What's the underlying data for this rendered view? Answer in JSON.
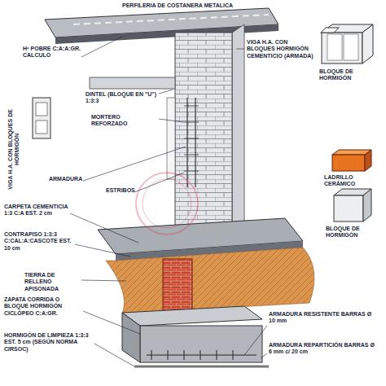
{
  "diagram": {
    "labels": [
      "PERFILERIA DE COSTANERA METALICA",
      "Hº POBRE C:A:A:GR. CALCULO",
      "DINTEL (BLOQUE EN \"U\") 1:3:3",
      "MORTERO REFORZADO",
      "ARMADURA",
      "ESTRIBOS",
      "VIGA H.A. CON BLOQUES DE HORMIGÓN",
      "VIGA H.A. CON BLOQUES HORMIGÓN CEMENTICIO (ARMADA)",
      "CARPETA CEMENTICIA 1:3 C:A EST. 2 cm",
      "CONTRAPISO 1:3:3 C:CAL:A:CASCOTE EST. 10 cm",
      "TIERRA DE RELLENO APISONADA",
      "ZAPATA CORRIDA O BLOQUE HORMIGÓN CICLÓPEO C:A:GR.",
      "HORMIGÓN DE LIMPIEZA 1:3:3 EST. 5 cm (SEGÚN NORMA CIRSOC)",
      "BLOQUE DE HORMIGÓN",
      "LADRILLO CERÁMICO",
      "BLOQUE DE HORMIGÓN",
      "ARMADURA RESISTENTE BARRAS Ø 10 mm",
      "ARMADURA REPARTICIÓN BARRAS Ø 6 mm c/ 20 cm"
    ]
  }
}
